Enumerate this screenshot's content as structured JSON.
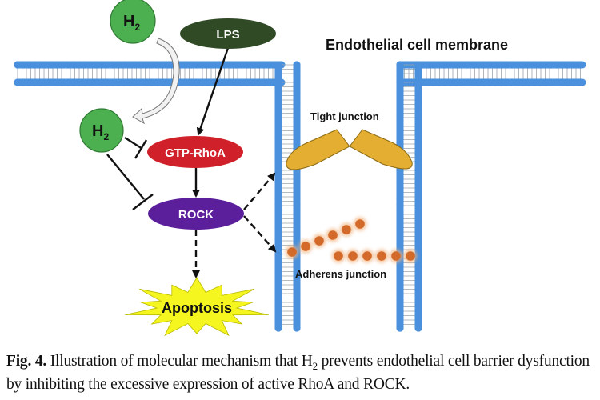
{
  "figure": {
    "title": "Endothelial cell membrane",
    "nodes": {
      "h2_top": {
        "label_main": "H",
        "label_sub": "2"
      },
      "h2_mid": {
        "label_main": "H",
        "label_sub": "2"
      },
      "lps": {
        "label": "LPS"
      },
      "gtp_rhoa": {
        "label": "GTP-RhoA"
      },
      "rock": {
        "label": "ROCK"
      },
      "apoptosis": {
        "label": "Apoptosis"
      }
    },
    "junctions": {
      "tight": {
        "label": "Tight junction"
      },
      "adherens": {
        "label": "Adherens junction"
      }
    },
    "edges": [
      {
        "from": "h2_top",
        "to": "h2_mid",
        "type": "hollow-curved-arrow"
      },
      {
        "from": "lps",
        "to": "gtp_rhoa",
        "type": "activation"
      },
      {
        "from": "h2_mid",
        "to": "gtp_rhoa",
        "type": "inhibition"
      },
      {
        "from": "h2_mid",
        "to": "rock",
        "type": "inhibition"
      },
      {
        "from": "gtp_rhoa",
        "to": "rock",
        "type": "activation"
      },
      {
        "from": "rock",
        "to": "tight_junction",
        "type": "dashed-activation"
      },
      {
        "from": "rock",
        "to": "adherens_junction",
        "type": "dashed-activation"
      },
      {
        "from": "rock",
        "to": "apoptosis",
        "type": "dashed-activation"
      }
    ],
    "colors": {
      "membrane": "#4a90dc",
      "h2": "#4caf50",
      "lps": "#2f4a25",
      "gtp_rhoa": "#d0202a",
      "rock": "#5b1f9c",
      "apoptosis": "#f5f520",
      "tight_junction": "#e3ae32",
      "adherens_bead": "#d46a2a"
    }
  },
  "caption": {
    "fig_label": "Fig. 4.",
    "text_part1": " Illustration of molecular mechanism that H",
    "sub": "2",
    "text_part2": " prevents endothelial cell barrier dysfunction by inhibiting the excessive expression of active RhoA and ROCK."
  }
}
